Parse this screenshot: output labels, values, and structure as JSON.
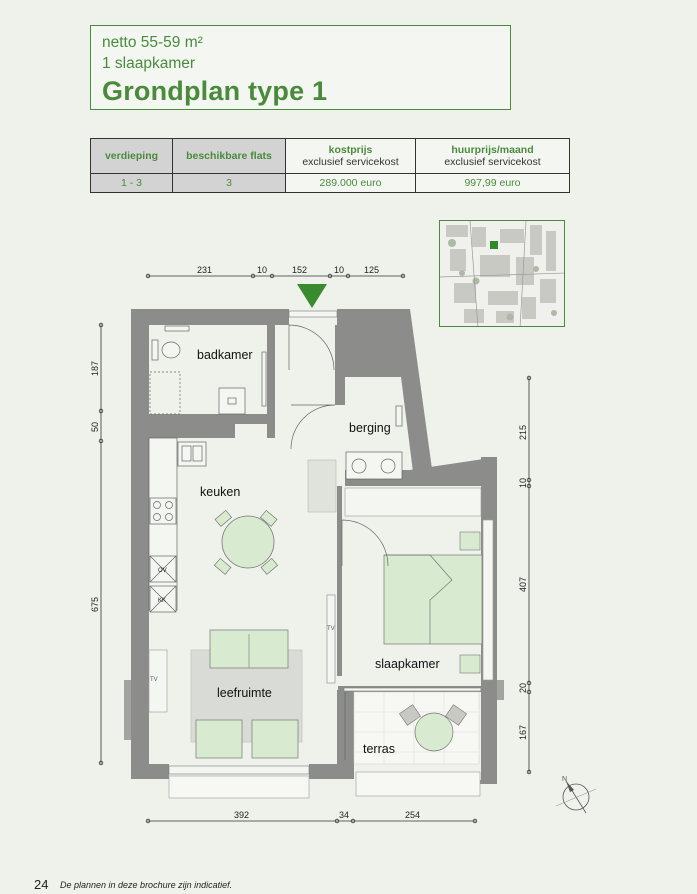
{
  "header": {
    "area": "netto 55-59 m²",
    "bedrooms": "1 slaapkamer",
    "title": "Grondplan type 1"
  },
  "table": {
    "headers": {
      "floor": "verdieping",
      "available": "beschikbare flats",
      "price_title": "kostprijs",
      "price_sub": "exclusief servicekost",
      "rent_title": "huurprijs/maand",
      "rent_sub": "exclusief servicekost"
    },
    "row": {
      "floor": "1 - 3",
      "available": "3",
      "price": "289.000 euro",
      "rent": "997,99  euro"
    }
  },
  "plan": {
    "rooms": {
      "bathroom": "badkamer",
      "storage": "berging",
      "kitchen": "keuken",
      "bedroom": "slaapkamer",
      "living": "leefruimte",
      "terrace": "terras"
    },
    "dims_top": [
      "231",
      "10",
      "152",
      "10",
      "125"
    ],
    "dims_bottom": [
      "392",
      "34",
      "254"
    ],
    "dims_left": [
      "187",
      "50",
      "675"
    ],
    "dims_right": [
      "215",
      "10",
      "407",
      "20",
      "167"
    ],
    "appliance_labels": {
      "oven": "OV",
      "fridge": "KK",
      "tv_living": "TV",
      "tv_bedroom": "TV"
    },
    "compass_label": "N",
    "accent_color": "#4a8a3c",
    "wall_color": "#8c8c8a",
    "furniture_color": "#d8ead0"
  },
  "footer": {
    "page_number": "24",
    "note": "De plannen in deze brochure zijn indicatief."
  }
}
